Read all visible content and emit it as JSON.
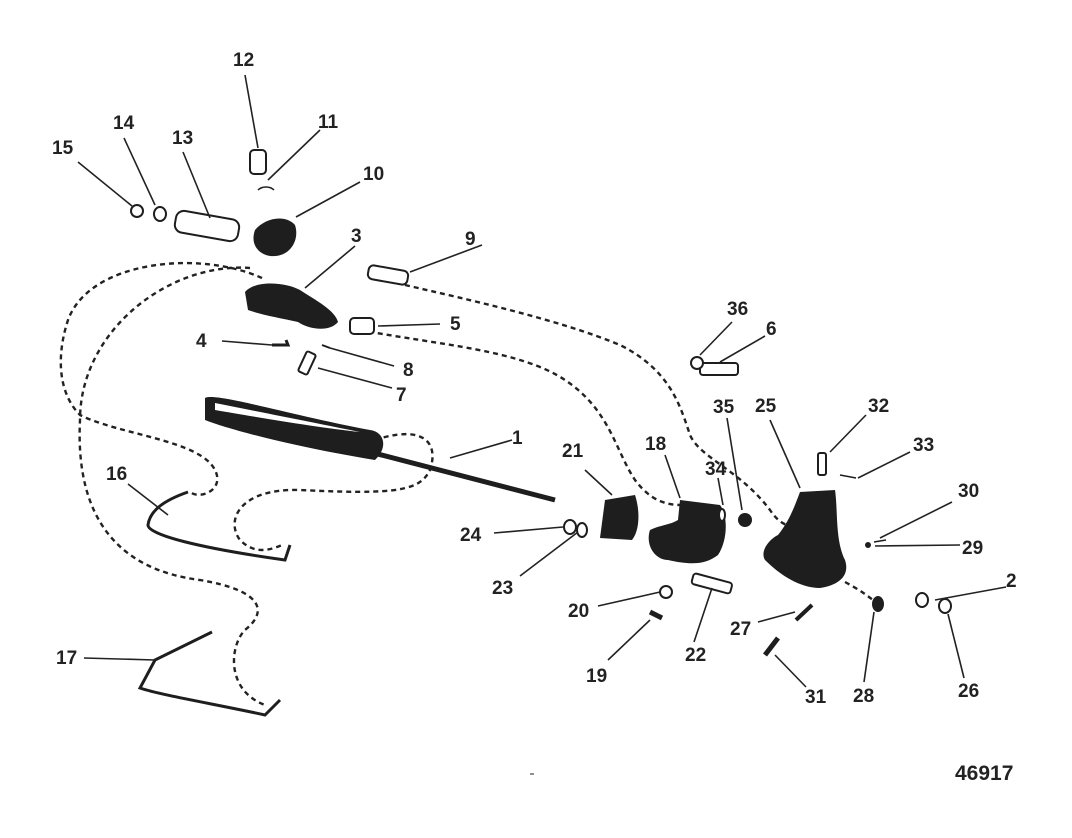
{
  "labels": {
    "l1": "1",
    "l2": "2",
    "l3": "3",
    "l4": "4",
    "l5": "5",
    "l6": "6",
    "l7": "7",
    "l8": "8",
    "l9": "9",
    "l10": "10",
    "l11": "11",
    "l12": "12",
    "l13": "13",
    "l14": "14",
    "l15": "15",
    "l16": "16",
    "l17": "17",
    "l18": "18",
    "l19": "19",
    "l20": "20",
    "l21": "21",
    "l22": "22",
    "l23": "23",
    "l24": "24",
    "l25": "25",
    "l26": "26",
    "l27": "27",
    "l28": "28",
    "l29": "29",
    "l30": "30",
    "l31": "31",
    "l32": "32",
    "l33": "33",
    "l34": "34",
    "l35": "35",
    "l36": "36"
  },
  "figure_number": "46917"
}
